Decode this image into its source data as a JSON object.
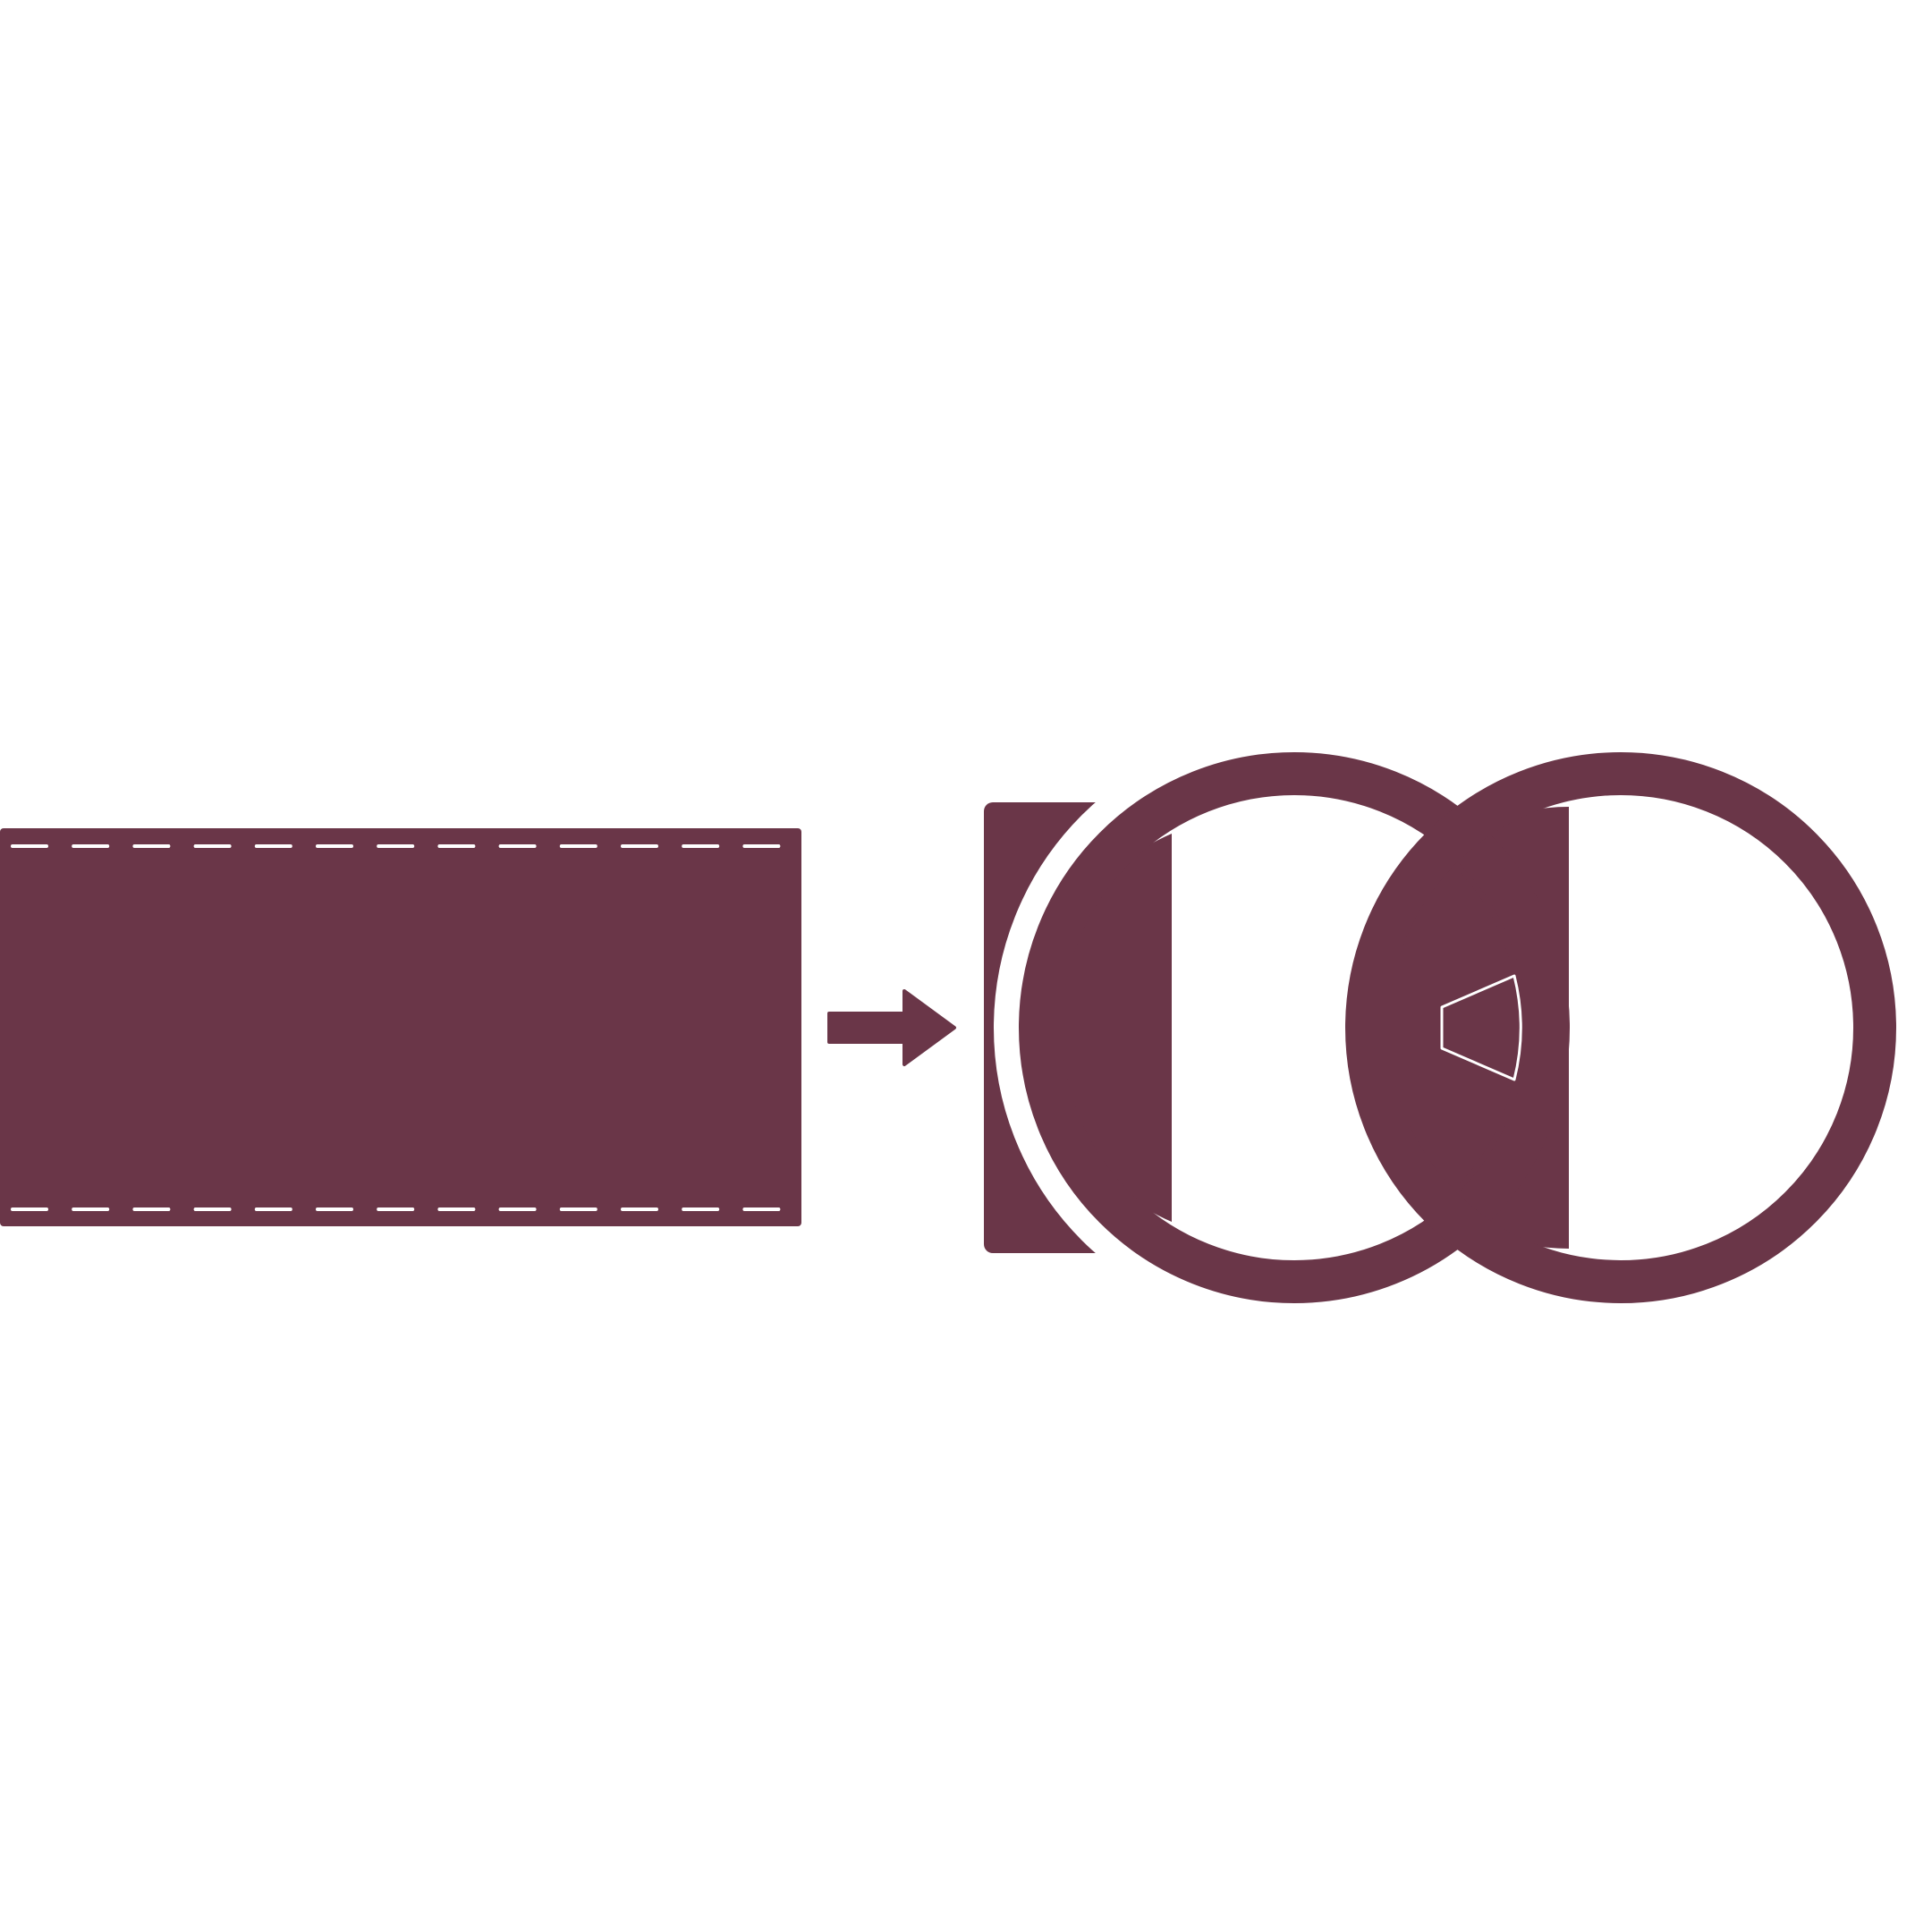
{
  "diagram": {
    "kind": "belt-strap-to-double-ring-buckle",
    "colors": {
      "leather": "#6a3648",
      "stitch": "#ffffff",
      "background": "#ffffff"
    },
    "parts": [
      {
        "id": "strap",
        "icon": "stitched-leather-strap"
      },
      {
        "id": "arrow",
        "icon": "right-arrow-icon"
      },
      {
        "id": "buckle",
        "icon": "double-ring-buckle"
      }
    ],
    "stitch_rows": 2,
    "stitches_per_row": 13
  }
}
